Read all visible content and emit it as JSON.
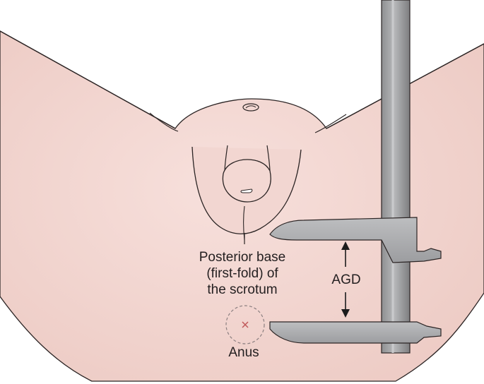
{
  "labels": {
    "landmark_line1": "Posterior base",
    "landmark_line2": "(first-fold) of",
    "landmark_line3": "the scrotum",
    "measurement": "AGD",
    "anus": "Anus"
  },
  "colors": {
    "skin": "#f2d6d1",
    "skin_shadow": "#e8c4bd",
    "outline": "#2b2424",
    "caliper": "#a9aaac",
    "caliper_dark": "#6f7072",
    "anus_mark": "#c0585a"
  }
}
